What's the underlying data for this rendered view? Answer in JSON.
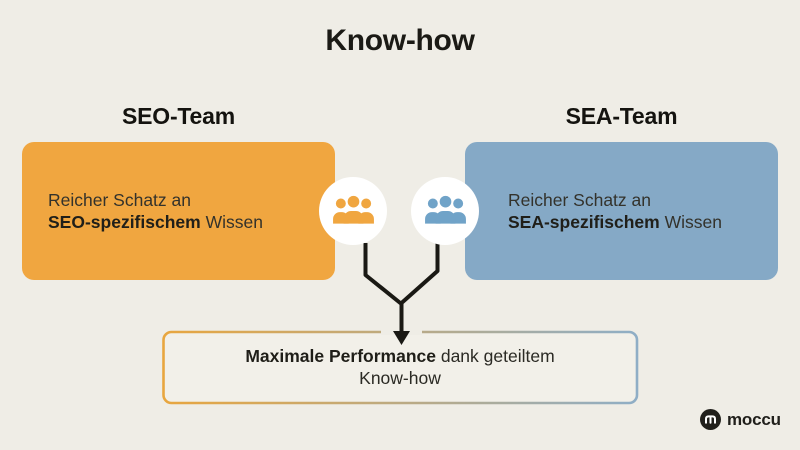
{
  "slide": {
    "title": "Know-how"
  },
  "teams": [
    {
      "heading": "SEO-Team",
      "card": {
        "line1": "Reicher Schatz an",
        "line2_bold": "SEO-spezifischem",
        "line2_rest": " Wissen"
      },
      "color": "#F0A640",
      "icon": "people-group-icon"
    },
    {
      "heading": "SEA-Team",
      "card": {
        "line1": "Reicher Schatz an",
        "line2_bold": "SEA-spezifischem",
        "line2_rest": " Wissen"
      },
      "color": "#85A9C6",
      "icon": "people-group-icon"
    }
  ],
  "result": {
    "line1_bold": "Maximale Performance",
    "line1_rest": " dank geteiltem",
    "line2": "Know-how"
  },
  "logo": {
    "text": "moccu"
  },
  "colors": {
    "background": "#EFEDE6",
    "seo_orange": "#F0A640",
    "sea_blue": "#85A9C6",
    "connector_black": "#1A1914",
    "result_border_left": "#E8A63F",
    "result_border_right": "#8FAEC6",
    "result_fill": "#F2F0E9",
    "text_dark": "#22211B"
  }
}
